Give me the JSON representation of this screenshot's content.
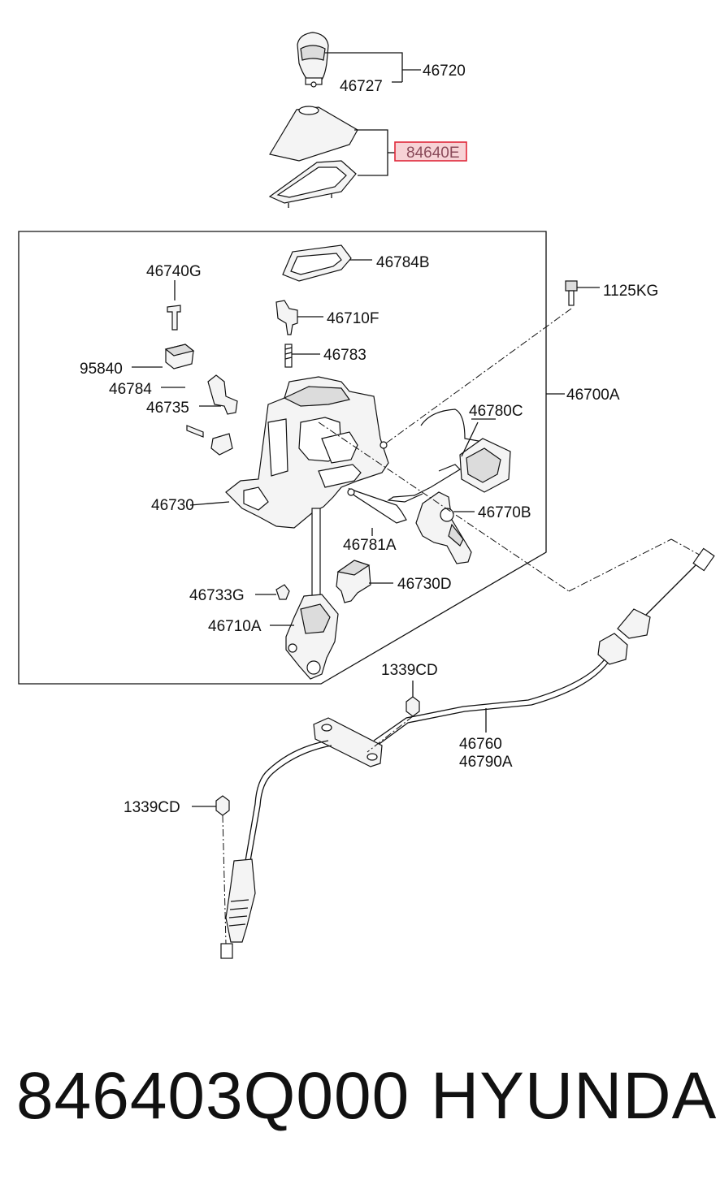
{
  "labels": {
    "p46720": "46720",
    "p46727": "46727",
    "p84640": "84640E",
    "p46784B": "46784B",
    "p46740G": "46740G",
    "p1125KG": "1125KG",
    "p46710F": "46710F",
    "p46783": "46783",
    "p95840": "95840",
    "p46784": "46784",
    "p46735": "46735",
    "p46700A": "46700A",
    "p46780C": "46780C",
    "p46730": "46730",
    "p46770B": "46770B",
    "p46781A": "46781A",
    "p46733G": "46733G",
    "p46730D": "46730D",
    "p46710A": "46710A",
    "p1339CD_a": "1339CD",
    "p46760": "46760",
    "p46790A": "46790A",
    "p1339CD_b": "1339CD"
  },
  "footer": {
    "part_number": "846403Q000",
    "brand": "HYUNDAI"
  },
  "colors": {
    "highlight_border": "#e0293a",
    "highlight_fill": "#f7d3d6",
    "ink": "#111111"
  }
}
